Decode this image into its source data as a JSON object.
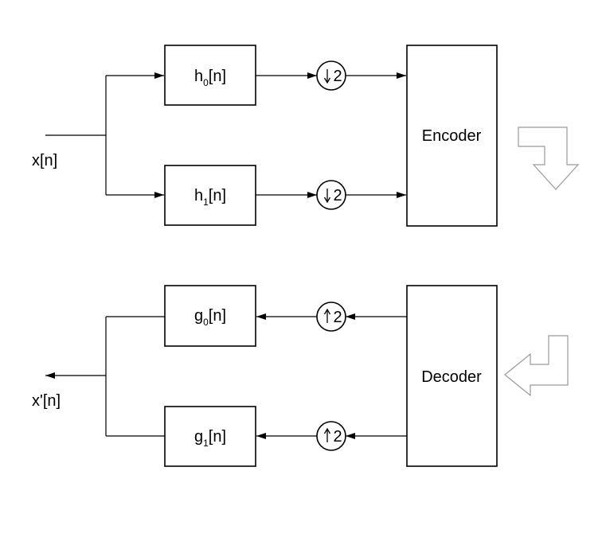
{
  "input_label": "x[n]",
  "output_label": "x'[n]",
  "analysis": {
    "h0": {
      "base": "h",
      "sub": "0",
      "rest": "[n]"
    },
    "h1": {
      "base": "h",
      "sub": "1",
      "rest": "[n]"
    }
  },
  "synthesis": {
    "g0": {
      "base": "g",
      "sub": "0",
      "rest": "[n]"
    },
    "g1": {
      "base": "g",
      "sub": "1",
      "rest": "[n]"
    }
  },
  "downsample": {
    "factor": "2"
  },
  "upsample": {
    "factor": "2"
  },
  "encoder_label": "Encoder",
  "decoder_label": "Decoder"
}
